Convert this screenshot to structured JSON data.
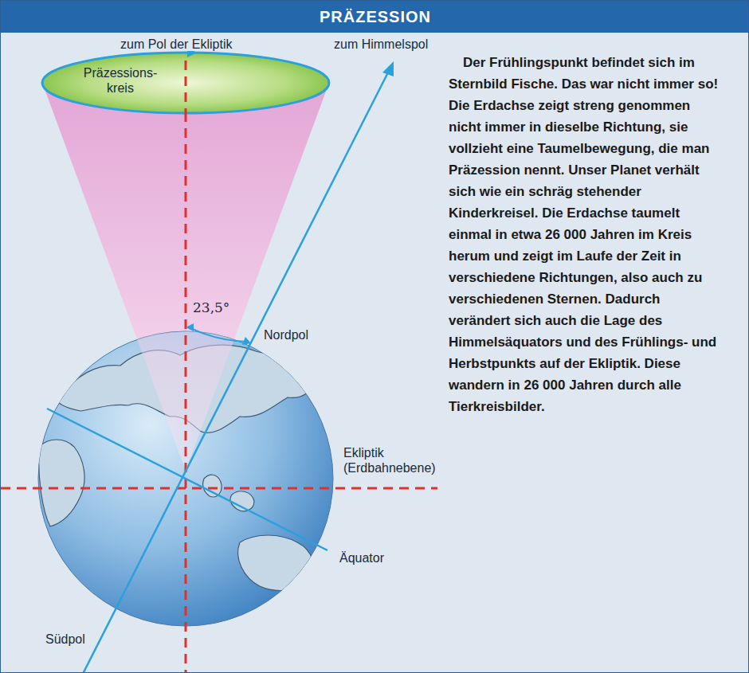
{
  "diagram": {
    "title": "PRÄZESSION",
    "nodes": [
      {
        "text": [
          "Präzessions-kreis"
        ]
      }
    ],
    "labels": [
      "zum Pol der Ekliptik",
      "zum Himmelspol",
      "23,5°",
      "Nordpol",
      "Ekliptik (Erdbahnebene)",
      "Äquator",
      "Südpol",
      "Der Frühlingspunkt befindet sich im Sternbild Fische. Das war nicht immer so! Die Erdachse zeigt streng genommen nicht immer in dieselbe Richtung, sie vollzieht eine Taumelbewegung, die man Präzession nennt. Unser Planet verhält sich wie ein schräg stehender Kinderkreisel. Die Erdachse taumelt einmal in etwa 26 000 Jahren im Kreis herum und zeigt im Laufe der Zeit in verschiedene Richtungen, also auch zu verschiedenen Sternen. Dadurch verändert sich auch die Lage des Himmelsäquators und des Frühlings- und Herbstpunkts auf der Ekliptik. Diese wandern in 26 000 Jahren durch alle Tierkreisbilder."
    ]
  }
}
